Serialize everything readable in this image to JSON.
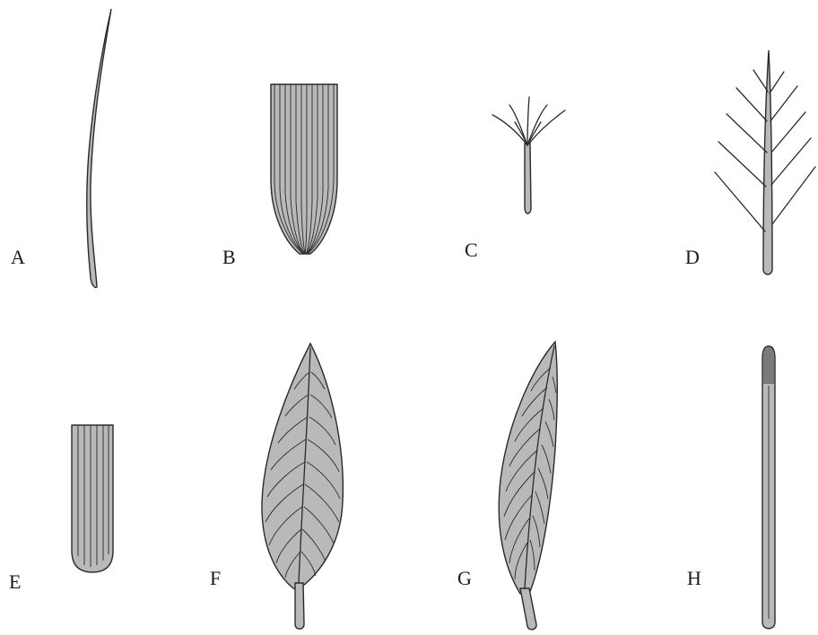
{
  "panels": [
    {
      "id": "A",
      "label": "A"
    },
    {
      "id": "B",
      "label": "B"
    },
    {
      "id": "C",
      "label": "C"
    },
    {
      "id": "D",
      "label": "D"
    },
    {
      "id": "E",
      "label": "E"
    },
    {
      "id": "F",
      "label": "F"
    },
    {
      "id": "G",
      "label": "G"
    },
    {
      "id": "H",
      "label": "H"
    }
  ]
}
